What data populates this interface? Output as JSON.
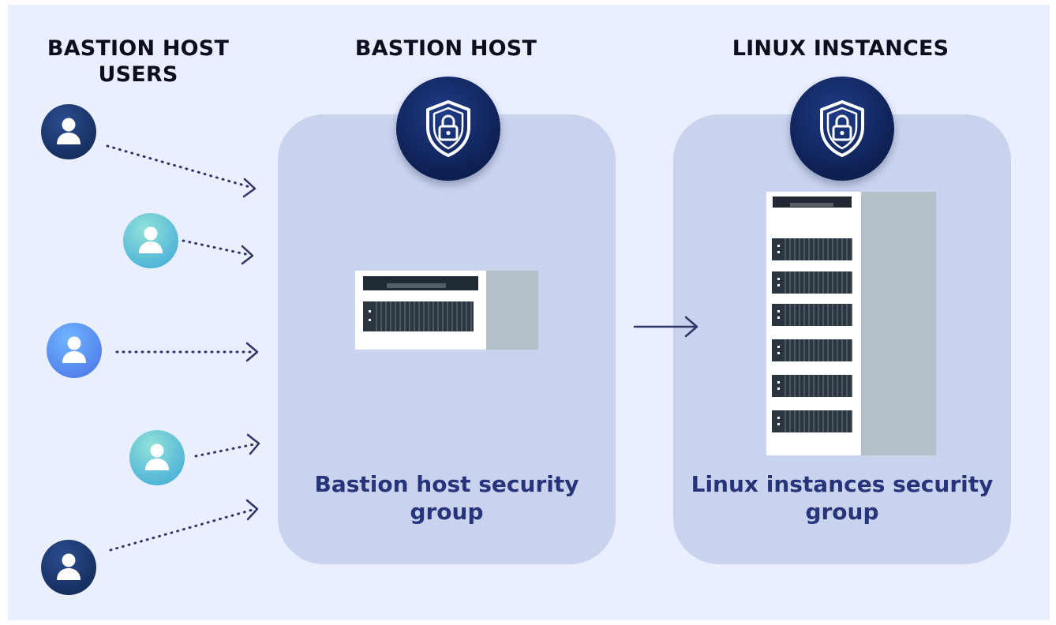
{
  "diagram": {
    "columns": {
      "users_title": "BASTION HOST USERS",
      "bastion_title": "BASTION HOST",
      "linux_title": "LINUX INSTANCES"
    },
    "groups": {
      "bastion_label": "Bastion host security group",
      "linux_label": "Linux instances security group"
    },
    "users": [
      {
        "id": "user-1",
        "color": "navy"
      },
      {
        "id": "user-2",
        "color": "teal"
      },
      {
        "id": "user-3",
        "color": "blue"
      },
      {
        "id": "user-4",
        "color": "teal"
      },
      {
        "id": "user-5",
        "color": "navy"
      }
    ],
    "icons": [
      "user-icon",
      "shield-lock-icon",
      "server-icon",
      "arrow-right-icon"
    ],
    "colors": {
      "background": "#e9efff",
      "panel": "#c9d3ee",
      "badge": "#0f2257",
      "label_text": "#27347a",
      "title_text": "#0c0e1c",
      "arrow": "#2d3566"
    },
    "connections": [
      {
        "from": "users",
        "to": "bastion host",
        "style": "dotted"
      },
      {
        "from": "bastion host",
        "to": "linux instances",
        "style": "solid"
      }
    ],
    "servers": {
      "bastion_units": 1,
      "linux_units": 6
    }
  }
}
